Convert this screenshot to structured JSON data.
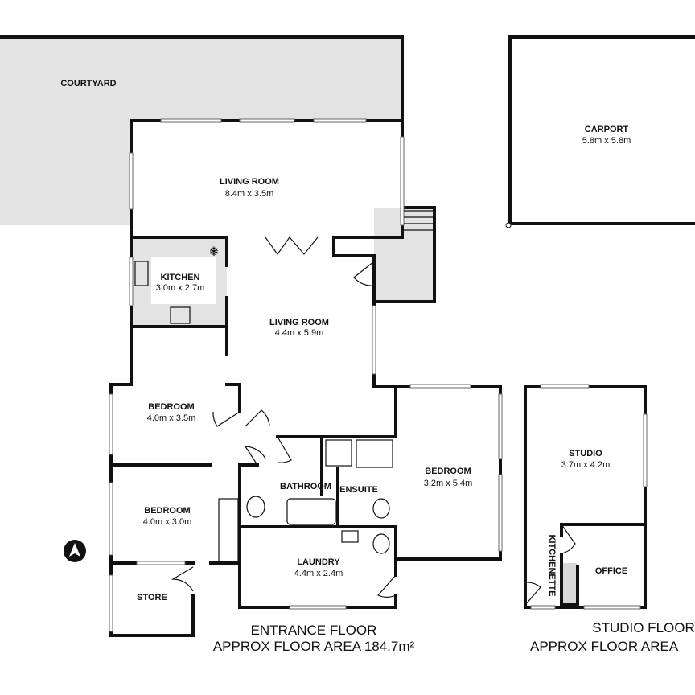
{
  "colors": {
    "wall": "#111111",
    "shaded_area": "#e3e3e3",
    "background": "#ffffff"
  },
  "rooms": [
    {
      "id": "courtyard",
      "name": "COURTYARD",
      "dims": ""
    },
    {
      "id": "living-room-upper",
      "name": "LIVING ROOM",
      "dims": "8.4m x 3.5m"
    },
    {
      "id": "kitchen",
      "name": "KITCHEN",
      "dims": "3.0m x 2.7m"
    },
    {
      "id": "living-room-main",
      "name": "LIVING ROOM",
      "dims": "4.4m x 5.9m"
    },
    {
      "id": "bedroom-1",
      "name": "BEDROOM",
      "dims": "4.0m x 3.5m"
    },
    {
      "id": "bedroom-2",
      "name": "BEDROOM",
      "dims": "4.0m x 3.0m"
    },
    {
      "id": "bathroom",
      "name": "BATHROOM",
      "dims": ""
    },
    {
      "id": "ensuite",
      "name": "ENSUITE",
      "dims": ""
    },
    {
      "id": "bedroom-3",
      "name": "BEDROOM",
      "dims": "3.2m x 5.4m"
    },
    {
      "id": "laundry",
      "name": "LAUNDRY",
      "dims": "4.4m x 2.4m"
    },
    {
      "id": "store",
      "name": "STORE",
      "dims": ""
    },
    {
      "id": "carport",
      "name": "CARPORT",
      "dims": "5.8m x 5.8m"
    },
    {
      "id": "studio",
      "name": "STUDIO",
      "dims": "3.7m x 4.2m"
    },
    {
      "id": "kitchenette",
      "name": "KITCHENETTE",
      "dims": ""
    },
    {
      "id": "office",
      "name": "OFFICE",
      "dims": ""
    }
  ],
  "floors": [
    {
      "title": "ENTRANCE FLOOR",
      "area": "APPROX FLOOR AREA 184.7m²"
    },
    {
      "title": "STUDIO FLOOR",
      "area": "APPROX FLOOR AREA"
    }
  ],
  "icons": {
    "north": "north-arrow-icon",
    "freezer": "snowflake-icon"
  }
}
